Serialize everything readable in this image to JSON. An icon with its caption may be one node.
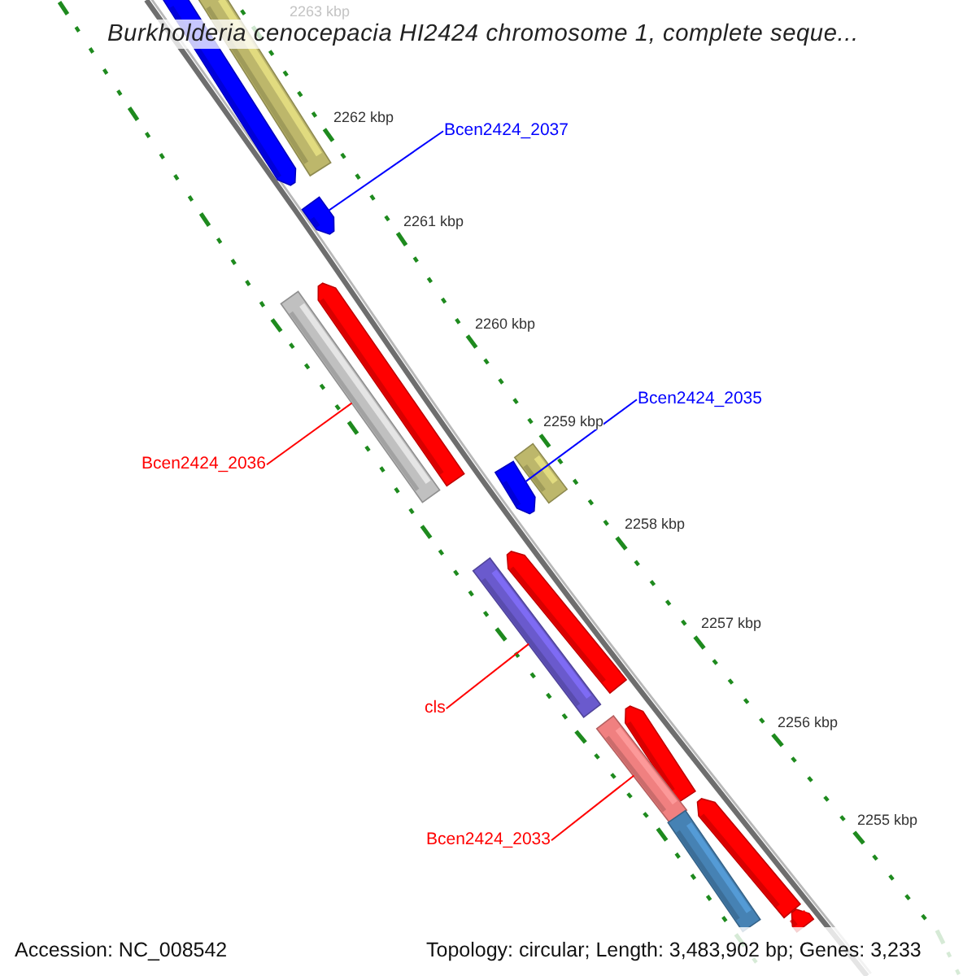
{
  "diagram": {
    "title": "Burkholderia cenocepacia HI2424 chromosome 1, complete seque...",
    "nodes": [
      {
        "text": [],
        "shape": "arrow"
      },
      {
        "text": [],
        "shape": "bar"
      },
      {
        "text": [
          "Bcen2424_2037"
        ]
      },
      {
        "text": [],
        "shape": "arrow"
      },
      {
        "text": [],
        "shape": "arrow"
      },
      {
        "text": [],
        "shape": "bar"
      },
      {
        "text": [
          "Bcen2424_2035"
        ]
      },
      {
        "text": [],
        "shape": "bar"
      },
      {
        "text": [
          "Bcen2424_2036"
        ]
      },
      {
        "text": [],
        "shape": "arrow"
      },
      {
        "text": [],
        "shape": "arrow"
      },
      {
        "text": [],
        "shape": "bar"
      },
      {
        "text": [
          "cls"
        ]
      },
      {
        "text": [],
        "shape": "arrow"
      },
      {
        "text": [],
        "shape": "bar"
      },
      {
        "text": [],
        "shape": "arrow"
      },
      {
        "text": [],
        "shape": "bar"
      },
      {
        "text": [
          "Bcen2424_2033"
        ]
      },
      {
        "text": [],
        "shape": "arrow"
      }
    ],
    "edges": [
      {
        "from": 2,
        "to": 3,
        "arrow": "none",
        "color": "#0000ff"
      },
      {
        "from": 6,
        "to": 9,
        "arrow": "none",
        "color": "#0000ff"
      },
      {
        "from": 8,
        "to": 5,
        "arrow": "none"
      },
      {
        "from": 12,
        "to": 11,
        "arrow": "none"
      },
      {
        "from": 17,
        "to": 14,
        "arrow": "none"
      }
    ],
    "labels": [
      "2263 kbp",
      "2262 kbp",
      "2261 kbp",
      "2260 kbp",
      "2259 kbp",
      "2258 kbp",
      "2257 kbp",
      "2256 kbp",
      "2255 kbp",
      "Accession: NC_008542",
      "Topology: circular; Length: 3,483,902 bp; Genes: 3,233"
    ]
  }
}
